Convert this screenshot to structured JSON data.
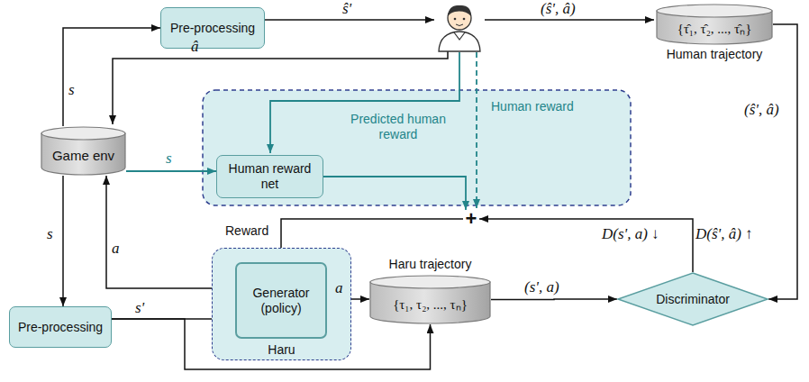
{
  "diagram": {
    "nodes": [
      {
        "text": [
          "Pre-processing"
        ]
      },
      {
        "text": [
          "{τ̂₁, τ̂₂, ..., τ̂ₙ}",
          "Human trajectory"
        ]
      },
      {
        "text": [
          "Game env"
        ]
      },
      {
        "text": [
          "Human reward net"
        ]
      },
      {
        "text": [
          "+"
        ]
      },
      {
        "text": [
          "Haru"
        ]
      },
      {
        "text": [
          "Generator (policy)"
        ],
        "in": 5
      },
      {
        "text": [
          "{τ₁, τ₂, ..., τₙ}",
          "Haru trajectory"
        ]
      },
      {
        "text": [
          "Discriminator"
        ]
      },
      {
        "text": [
          "Pre-processing"
        ]
      }
    ],
    "edges": [
      {
        "from": 2,
        "to": 0,
        "arrow": "to",
        "label": "s"
      },
      {
        "from": 2,
        "to": 3,
        "arrow": "to",
        "label": "s"
      },
      {
        "from": 3,
        "to": 4,
        "arrow": "to",
        "label": "Predicted human reward"
      },
      {
        "from": 8,
        "to": 4,
        "arrow": "to"
      },
      {
        "from": 4,
        "to": 6,
        "arrow": "to",
        "label": "Reward"
      },
      {
        "from": 6,
        "to": 2,
        "arrow": "to",
        "label": "a"
      },
      {
        "from": 2,
        "to": 9,
        "arrow": "to",
        "label": "s"
      },
      {
        "from": 9,
        "to": 6,
        "arrow": "to",
        "label": "s'"
      },
      {
        "from": 9,
        "to": 7,
        "arrow": "to"
      },
      {
        "from": 6,
        "to": 7,
        "arrow": "to",
        "label": "a"
      },
      {
        "from": 7,
        "to": 8,
        "arrow": "to",
        "label": "(s', a)"
      },
      {
        "from": 1,
        "to": 8,
        "arrow": "to",
        "label": "(ŝ', â)"
      }
    ],
    "labels": [
      "ŝ'",
      "â",
      "(ŝ', â)",
      "Human reward",
      "D(s', a) ↓",
      "D(ŝ', â) ↑"
    ]
  }
}
